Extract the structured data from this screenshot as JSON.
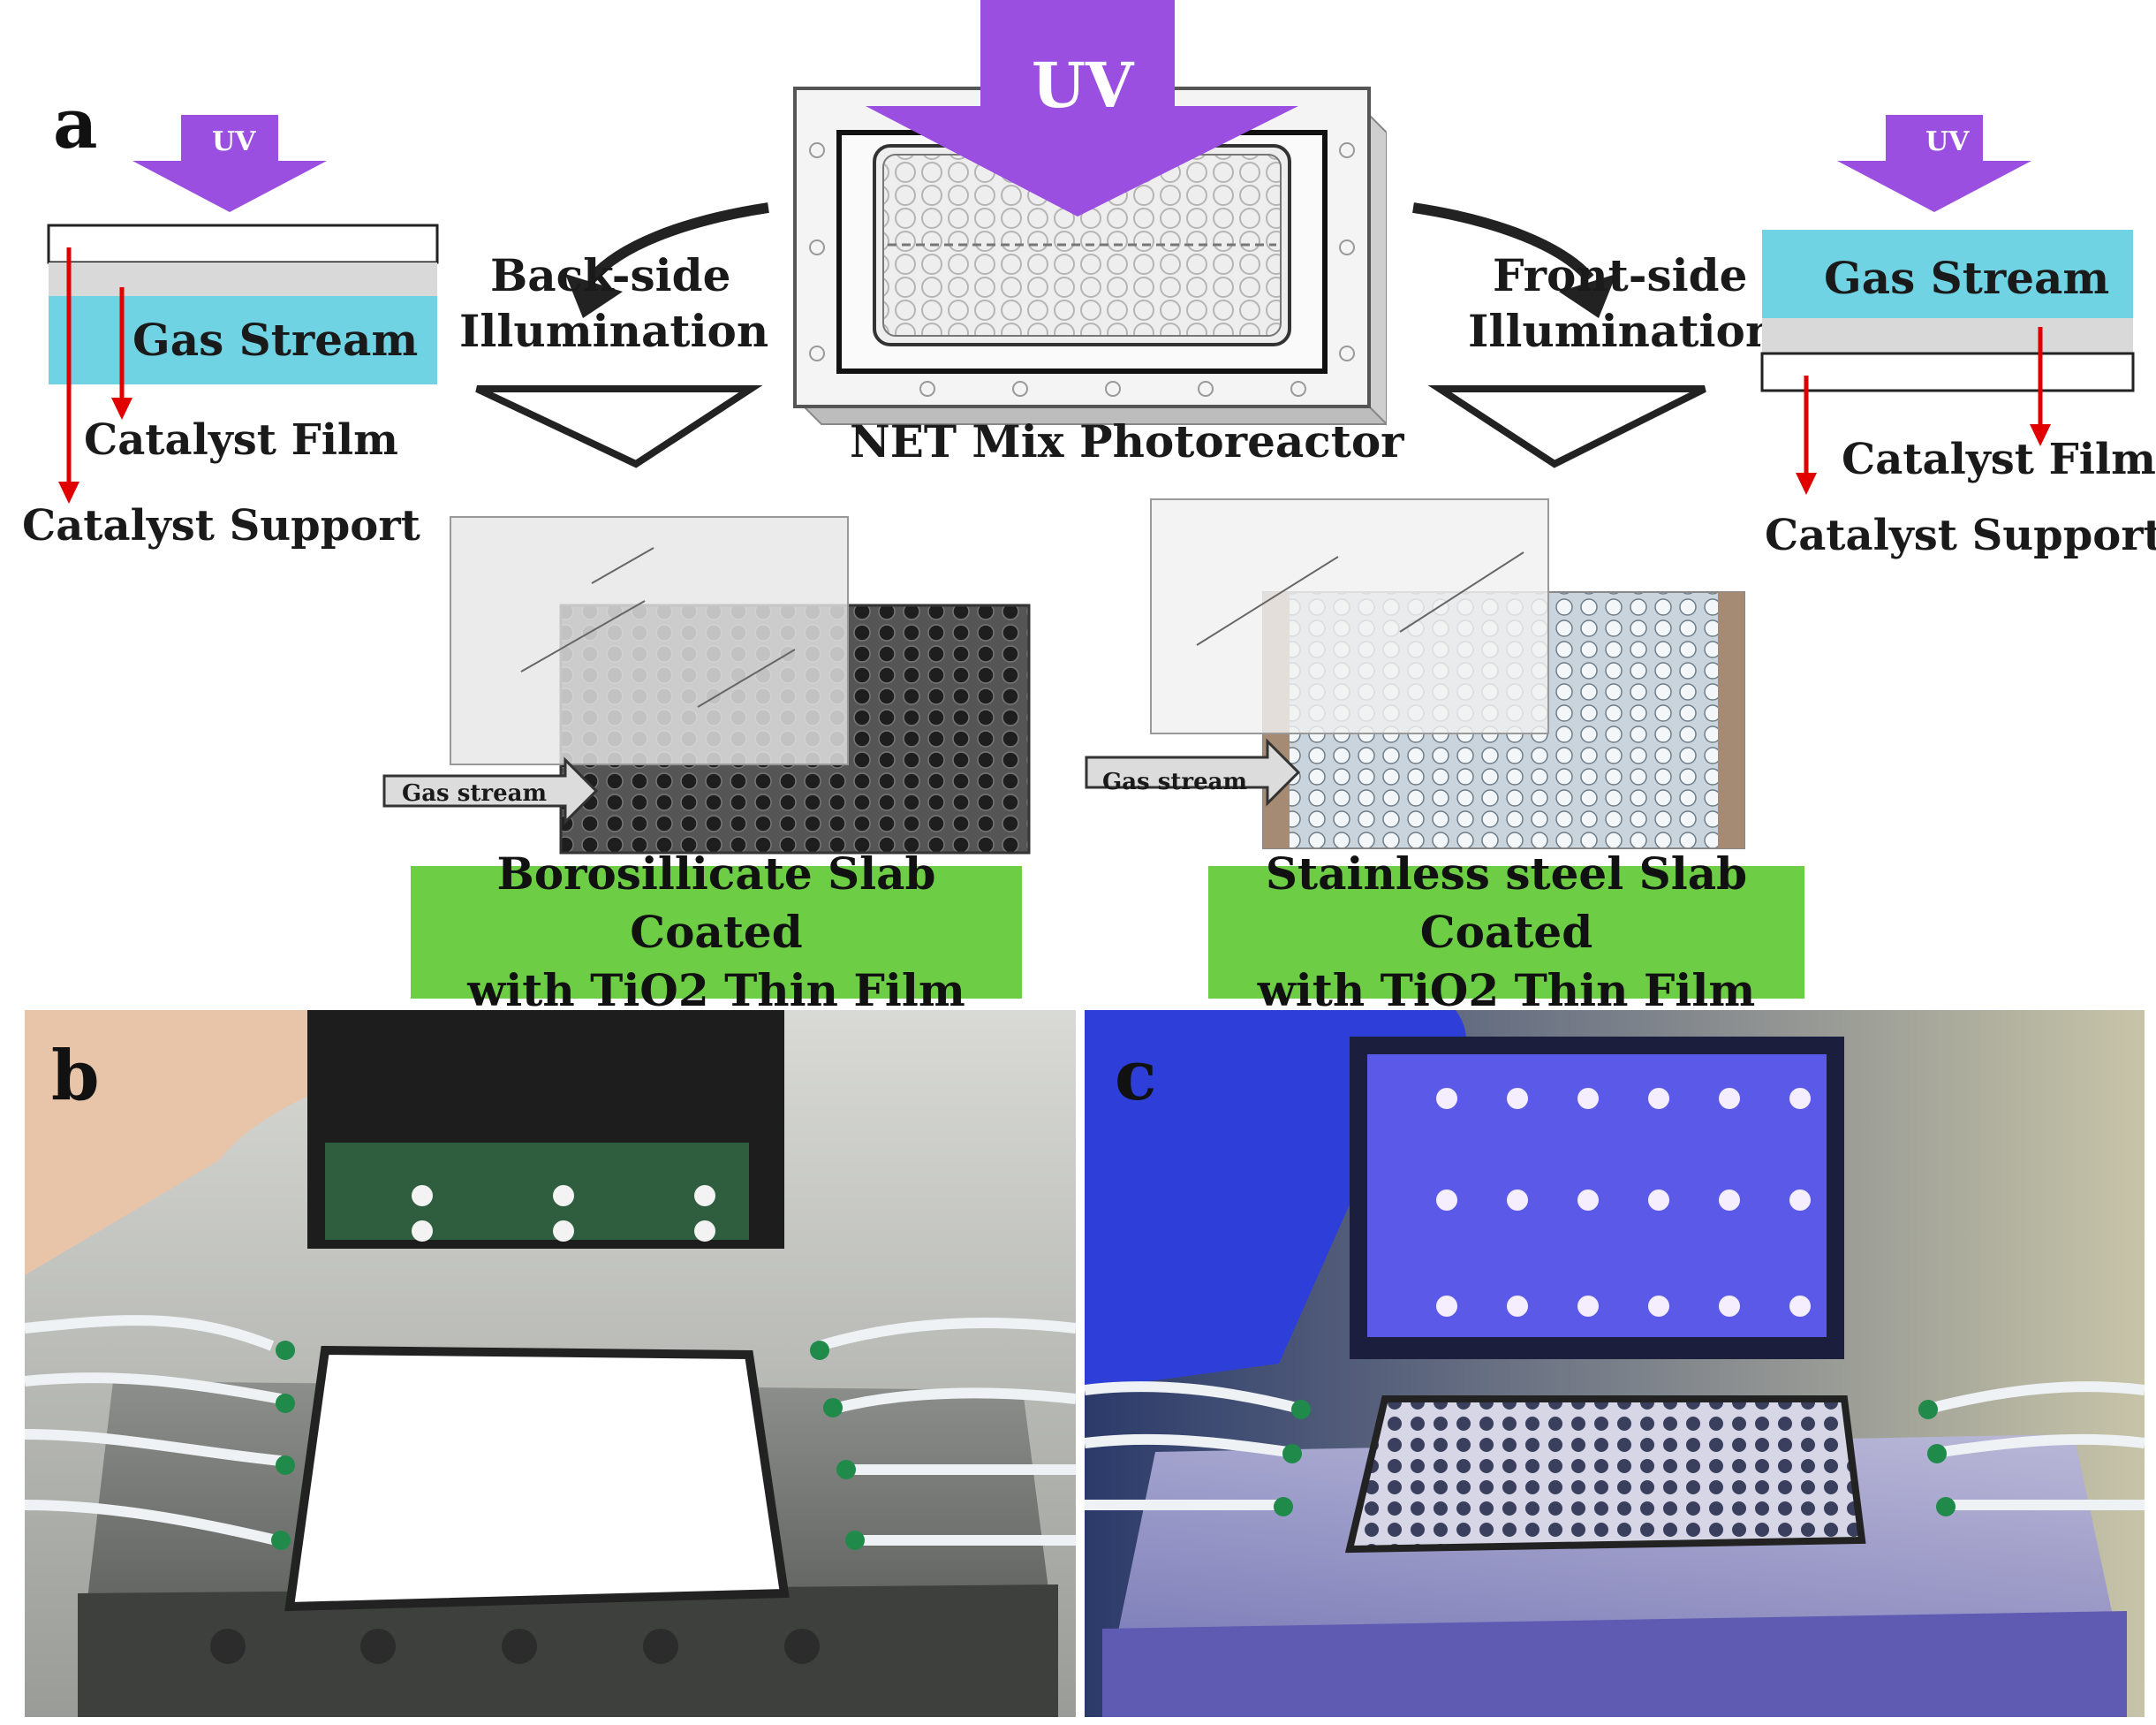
{
  "panel_a": {
    "letter": "a",
    "left_schematic": {
      "uv_label": "UV",
      "gas_stream": "Gas Stream",
      "catalyst_film": "Catalyst Film",
      "catalyst_support": "Catalyst Support"
    },
    "right_schematic": {
      "uv_label": "UV",
      "gas_stream": "Gas Stream",
      "catalyst_film": "Catalyst Film",
      "catalyst_support": "Catalyst Support"
    },
    "center": {
      "uv_label": "UV",
      "reactor_label": "NET Mix Photoreactor"
    },
    "back_side": {
      "line1": "Back-side",
      "line2": "Illumination"
    },
    "front_side": {
      "line1": "Front-side",
      "line2": "Illumination"
    },
    "left_slab": {
      "gas_arrow": "Gas stream",
      "label_line1": "Borosillicate Slab Coated",
      "label_line2": "with TiO2 Thin Film"
    },
    "right_slab": {
      "gas_arrow": "Gas stream",
      "label_line1": "Stainless steel Slab Coated",
      "label_line2": "with TiO2 Thin Film"
    }
  },
  "panel_b": {
    "letter": "b"
  },
  "panel_c": {
    "letter": "c"
  },
  "colors": {
    "uv_purple": "#9b4fe0",
    "gas_cyan": "#6fd3e3",
    "red_arrow": "#e00000",
    "green_label": "#6dce45"
  }
}
